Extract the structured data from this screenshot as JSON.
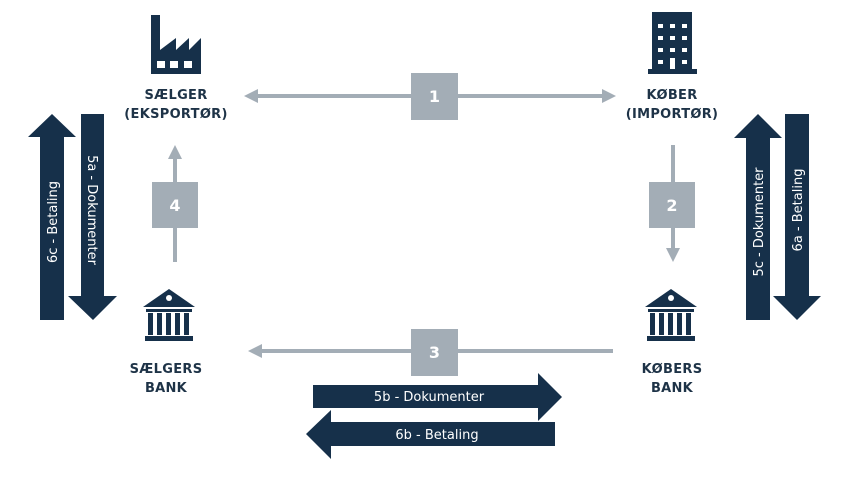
{
  "colors": {
    "navy": "#16304a",
    "gray": "#a3adb6",
    "label": "#1e3347"
  },
  "parties": {
    "seller": {
      "icon": "factory-icon",
      "line1": "SÆLGER",
      "line2": "(EKSPORTØR)"
    },
    "buyer": {
      "icon": "office-building-icon",
      "line1": "KØBER",
      "line2": "(IMPORTØR)"
    },
    "seller_bank": {
      "icon": "bank-icon",
      "line1": "SÆLGERS",
      "line2": "BANK"
    },
    "buyer_bank": {
      "icon": "bank-icon",
      "line1": "KØBERS",
      "line2": "BANK"
    }
  },
  "steps": [
    {
      "id": "1",
      "label": "1",
      "from": "seller",
      "to": "buyer",
      "direction": "both"
    },
    {
      "id": "2",
      "label": "2",
      "from": "buyer",
      "to": "buyer_bank",
      "direction": "down"
    },
    {
      "id": "3",
      "label": "3",
      "from": "buyer_bank",
      "to": "seller_bank",
      "direction": "left"
    },
    {
      "id": "4",
      "label": "4",
      "from": "seller_bank",
      "to": "seller",
      "direction": "up"
    }
  ],
  "flows": {
    "f6c": {
      "label": "6c - Betaling",
      "direction": "up"
    },
    "f5a": {
      "label": "5a - Dokumenter",
      "direction": "down"
    },
    "f5c": {
      "label": "5c - Dokumenter",
      "direction": "up"
    },
    "f6a": {
      "label": "6a - Betaling",
      "direction": "down"
    },
    "f5b": {
      "label": "5b - Dokumenter",
      "direction": "right"
    },
    "f6b": {
      "label": "6b - Betaling",
      "direction": "left"
    }
  }
}
